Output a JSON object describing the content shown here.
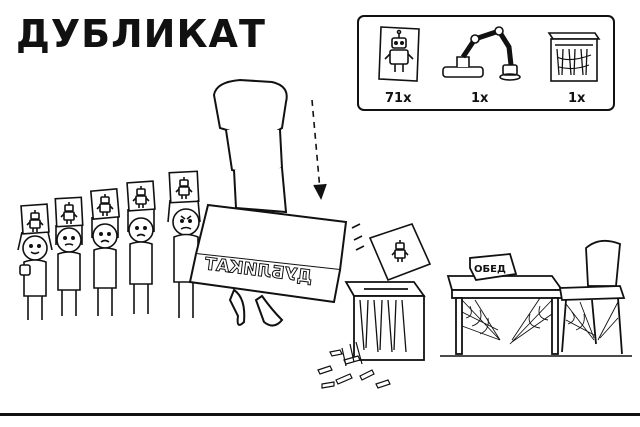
{
  "title": "ДУБЛИКАТ",
  "parts": {
    "robot_poster": {
      "icon": "robot-poster-icon",
      "quantity": "71x"
    },
    "robot_arm": {
      "icon": "robot-arm-icon",
      "quantity": "1x"
    },
    "shredder": {
      "icon": "shredder-icon",
      "quantity": "1x"
    }
  },
  "stamp_text": "ДУБЛИКАТ",
  "desk_sign": "ОБЕД",
  "colors": {
    "ink": "#111111",
    "paper": "#ffffff"
  }
}
